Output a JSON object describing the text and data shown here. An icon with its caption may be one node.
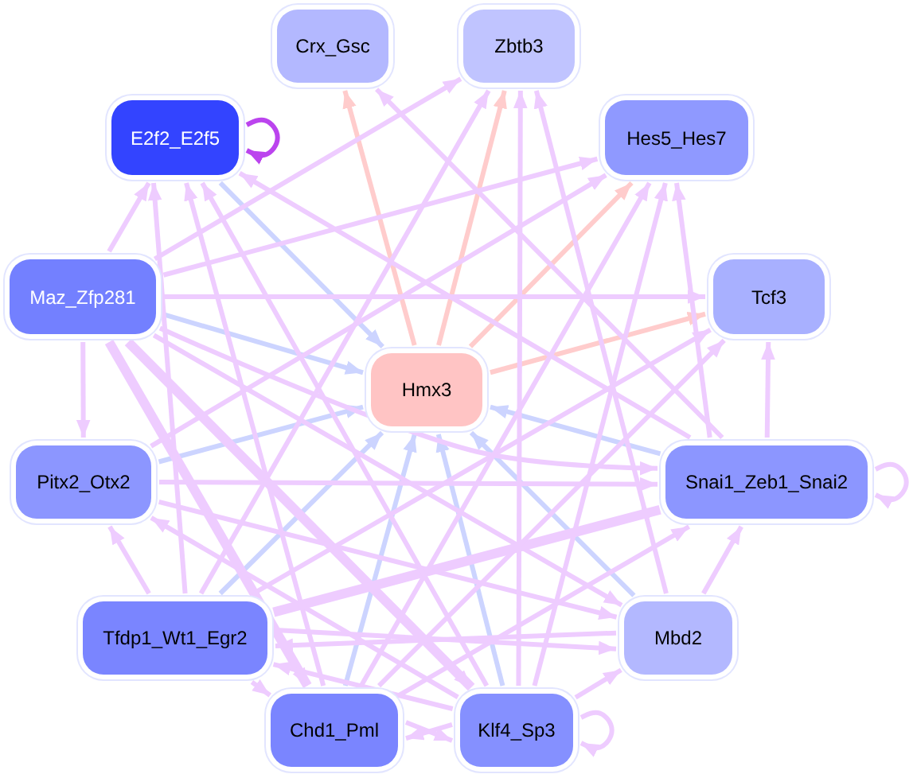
{
  "diagram": {
    "nodes": [
      {
        "text": [
          "Crx_Gsc"
        ]
      },
      {
        "text": [
          "Zbtb3"
        ]
      },
      {
        "text": [
          "E2f2_E2f5"
        ]
      },
      {
        "text": [
          "Hes5_Hes7"
        ]
      },
      {
        "text": [
          "Maz_Zfp281"
        ]
      },
      {
        "text": [
          "Tcf3"
        ]
      },
      {
        "text": [
          "Hmx3"
        ]
      },
      {
        "text": [
          "Pitx2_Otx2"
        ]
      },
      {
        "text": [
          "Snai1_Zeb1_Snai2"
        ]
      },
      {
        "text": [
          "Tfdp1_Wt1_Egr2"
        ]
      },
      {
        "text": [
          "Mbd2"
        ]
      },
      {
        "text": [
          "Chd1_Pml"
        ]
      },
      {
        "text": [
          "Klf4_Sp3"
        ]
      }
    ],
    "edges": [
      {
        "from": 6,
        "to": 0,
        "arrow": "to",
        "color": "#ffcccc"
      },
      {
        "from": 6,
        "to": 1,
        "arrow": "to",
        "color": "#ffcccc"
      },
      {
        "from": 6,
        "to": 3,
        "arrow": "to",
        "color": "#ffcccc"
      },
      {
        "from": 6,
        "to": 5,
        "arrow": "to",
        "color": "#ffcccc"
      },
      {
        "from": 2,
        "to": 6,
        "arrow": "to",
        "color": "#ccd4ff"
      },
      {
        "from": 4,
        "to": 6,
        "arrow": "to",
        "color": "#ccd4ff"
      },
      {
        "from": 7,
        "to": 6,
        "arrow": "to",
        "color": "#ccd4ff"
      },
      {
        "from": 8,
        "to": 6,
        "arrow": "to",
        "color": "#ccd4ff"
      },
      {
        "from": 9,
        "to": 6,
        "arrow": "to",
        "color": "#ccd4ff"
      },
      {
        "from": 10,
        "to": 6,
        "arrow": "to",
        "color": "#ccd4ff"
      },
      {
        "from": 11,
        "to": 6,
        "arrow": "to",
        "color": "#ccd4ff"
      },
      {
        "from": 12,
        "to": 6,
        "arrow": "to",
        "color": "#ccd4ff"
      },
      {
        "from": 2,
        "to": 2,
        "arrow": "to",
        "color": "#bb44ee"
      },
      {
        "from": 8,
        "to": 8,
        "arrow": "to"
      },
      {
        "from": 12,
        "to": 12,
        "arrow": "to"
      },
      {
        "from": 4,
        "to": 7,
        "arrow": "to"
      },
      {
        "from": 4,
        "to": 2,
        "arrow": "to"
      },
      {
        "from": 4,
        "to": 1,
        "arrow": "to"
      },
      {
        "from": 4,
        "to": 3,
        "arrow": "to"
      },
      {
        "from": 4,
        "to": 5,
        "arrow": "to"
      },
      {
        "from": 4,
        "to": 8,
        "arrow": "to"
      },
      {
        "from": 4,
        "to": 10,
        "arrow": "to"
      },
      {
        "from": 4,
        "to": 12,
        "arrow": "to",
        "style": "thick"
      },
      {
        "from": 4,
        "to": 11,
        "arrow": "to",
        "style": "thick"
      },
      {
        "from": 7,
        "to": 8,
        "arrow": "to"
      },
      {
        "from": 7,
        "to": 3,
        "arrow": "to"
      },
      {
        "from": 7,
        "to": 10,
        "arrow": "to"
      },
      {
        "from": 9,
        "to": 2,
        "arrow": "to"
      },
      {
        "from": 9,
        "to": 1,
        "arrow": "to"
      },
      {
        "from": 9,
        "to": 7,
        "arrow": "to"
      },
      {
        "from": 9,
        "to": 11,
        "arrow": "to"
      },
      {
        "from": 9,
        "to": 8,
        "arrow": "to",
        "style": "thick"
      },
      {
        "from": 9,
        "to": 10,
        "arrow": "to"
      },
      {
        "from": 9,
        "to": 5,
        "arrow": "to"
      },
      {
        "from": 11,
        "to": 2,
        "arrow": "to"
      },
      {
        "from": 11,
        "to": 3,
        "arrow": "to"
      },
      {
        "from": 11,
        "to": 5,
        "arrow": "to"
      },
      {
        "from": 11,
        "to": 12,
        "arrow": "to"
      },
      {
        "from": 11,
        "to": 8,
        "arrow": "to"
      },
      {
        "from": 12,
        "to": 2,
        "arrow": "to"
      },
      {
        "from": 12,
        "to": 1,
        "arrow": "to"
      },
      {
        "from": 12,
        "to": 3,
        "arrow": "to"
      },
      {
        "from": 12,
        "to": 10,
        "arrow": "to"
      },
      {
        "from": 12,
        "to": 11,
        "arrow": "to"
      },
      {
        "from": 12,
        "to": 7,
        "arrow": "to"
      },
      {
        "from": 12,
        "to": 9,
        "arrow": "to"
      },
      {
        "from": 8,
        "to": 0,
        "arrow": "to"
      },
      {
        "from": 8,
        "to": 2,
        "arrow": "to"
      },
      {
        "from": 8,
        "to": 5,
        "arrow": "to"
      },
      {
        "from": 8,
        "to": 3,
        "arrow": "to"
      },
      {
        "from": 10,
        "to": 1,
        "arrow": "to"
      },
      {
        "from": 10,
        "to": 8,
        "arrow": "to"
      },
      {
        "from": 10,
        "to": 9,
        "arrow": "to"
      }
    ]
  }
}
